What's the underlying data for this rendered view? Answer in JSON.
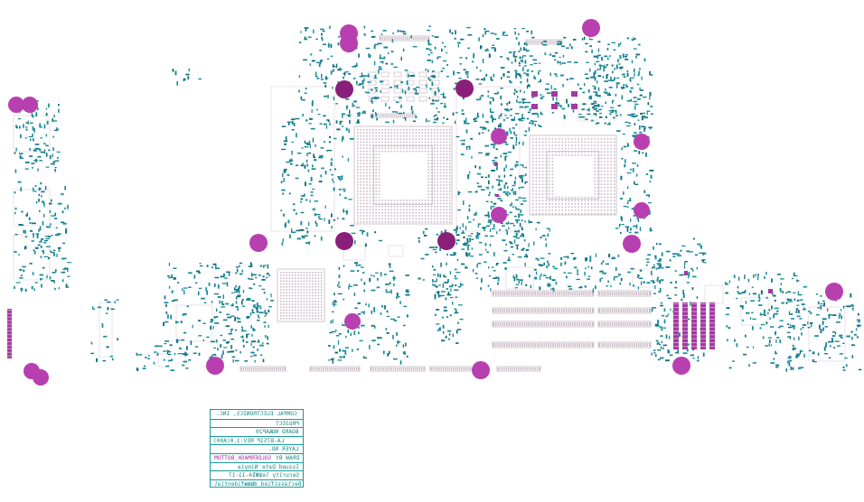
{
  "title_block": {
    "company": "COMPAL ELECTRONICS, INC.",
    "project_label": "PROJECT",
    "project_value": "AAP20",
    "board_label": "BOARD NO.",
    "board_value": "LA-B751P REV:1.0(A00)",
    "layer_label": "LAYER NO.",
    "layer_value": "SOLDERMASK_BOTTOM",
    "draw_label": "DRAW BY",
    "draw_value": "Nimyia",
    "issued_label": "Issued Date",
    "issued_value": "2014-11-17",
    "security_label": "Security level",
    "security_value": "Confidential",
    "declass_label": "Declassified date",
    "declass_value": "2015-11-17"
  },
  "colors": {
    "teal": "#1a8a9a",
    "teal_dark": "#0f6f80",
    "outline": "#cfc6cc",
    "bga_dot": "#c9b8c4",
    "magenta": "#b83fb0",
    "magenta_dark": "#8a1f7a",
    "purple_rect": "#a23aa0"
  }
}
